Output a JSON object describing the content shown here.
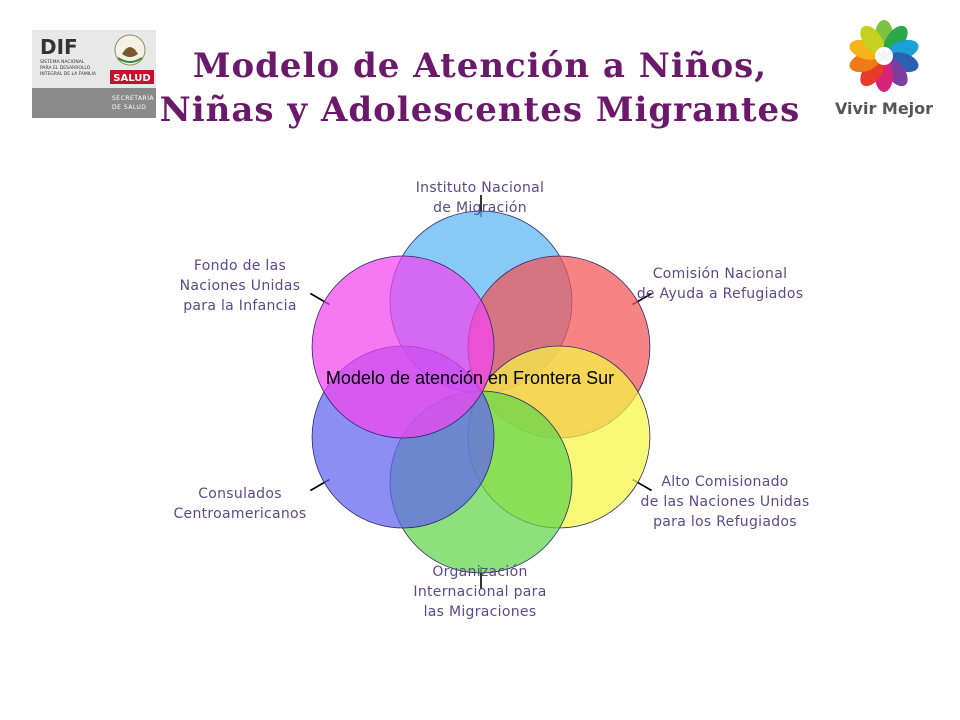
{
  "title": {
    "line1": "Modelo de Atención a Niños,",
    "line2": "Niñas y Adolescentes Migrantes"
  },
  "logo_left": {
    "dif": "DIF",
    "dif_sub": [
      "SISTEMA NACIONAL",
      "PARA EL DESARROLLO",
      "INTEGRAL DE LA FAMILIA"
    ],
    "salud": "SALUD",
    "secretaria": [
      "SECRETARÍA",
      "DE SALUD"
    ]
  },
  "logo_right": {
    "text": "Vivir Mejor"
  },
  "diagram": {
    "center_label": "Modelo de atención en Frontera Sur",
    "petals": [
      {
        "name": "Instituto Nacional de Migración",
        "color": "#5ab4f5"
      },
      {
        "name": "Comisión Nacional de Ayuda a Refugiados",
        "color": "#f25555"
      },
      {
        "name": "Alto Comisionado de las Naciones Unidas para los Refugiados",
        "color": "#f5f542"
      },
      {
        "name": "Organización Internacional para las Migraciones",
        "color": "#5fd64a"
      },
      {
        "name": "Consulados Centroamericanos",
        "color": "#5f63f0"
      },
      {
        "name": "Fondo de las Naciones Unidas para la Infancia",
        "color": "#f245f0"
      }
    ],
    "labels": {
      "top": [
        "Instituto Nacional",
        "de Migración"
      ],
      "upper_right": [
        "Comisión Nacional",
        "de Ayuda a Refugiados"
      ],
      "lower_right": [
        "Alto Comisionado",
        "de las Naciones Unidas",
        "para los Refugiados"
      ],
      "bottom": [
        "Organización",
        "Internacional para",
        "las Migraciones"
      ],
      "lower_left": [
        "Consulados",
        "Centroamericanos"
      ],
      "upper_left": [
        "Fondo de las",
        "Naciones Unidas",
        "para la Infancia"
      ]
    }
  }
}
